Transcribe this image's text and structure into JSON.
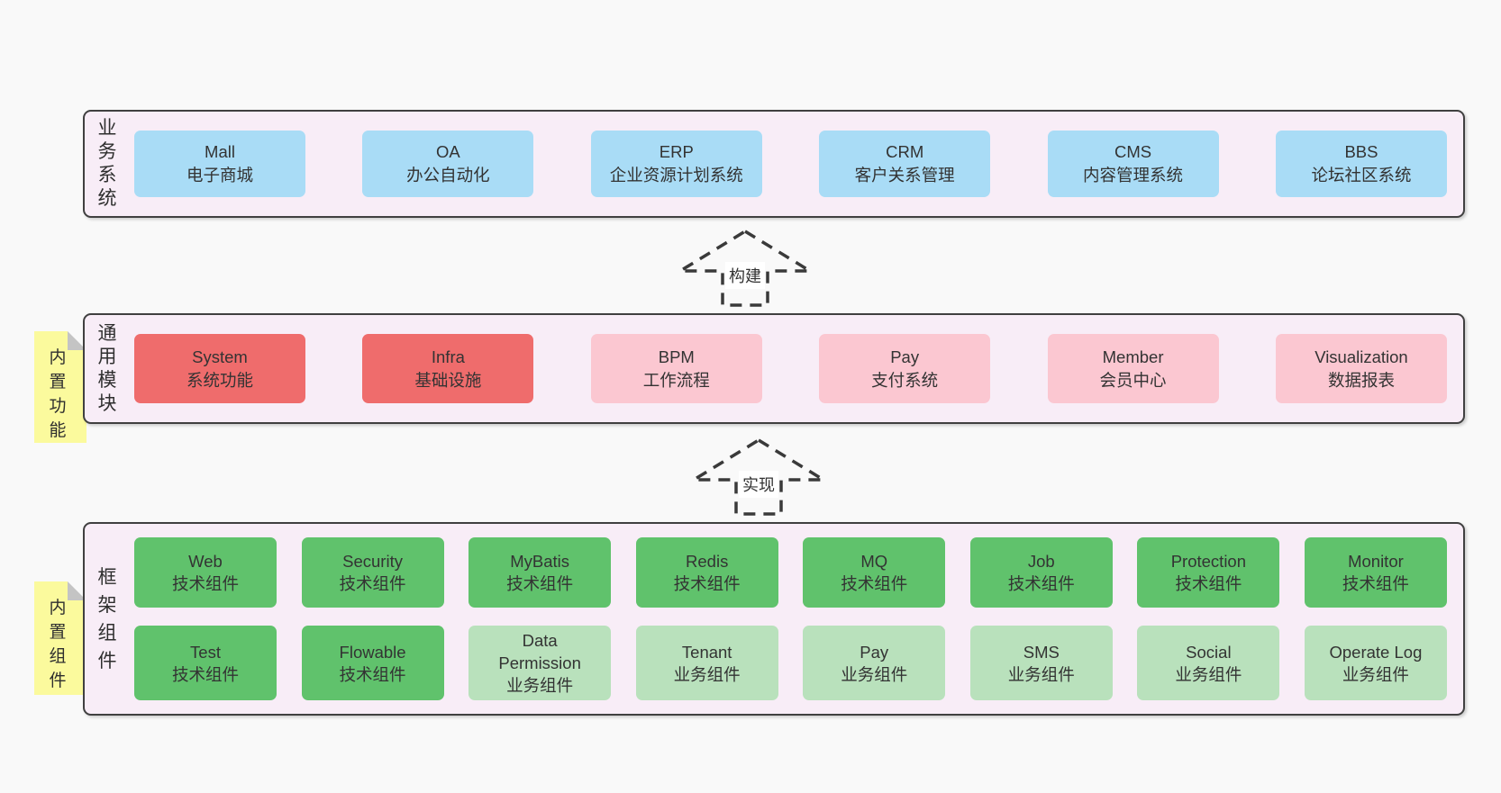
{
  "colors": {
    "page_bg": "#f9f9f9",
    "panel_bg": "#f8edf7",
    "panel_border": "#404040",
    "blue": "#a9dcf6",
    "red": "#ef6c6c",
    "pink": "#fbc7d1",
    "green_dark": "#60c26c",
    "green_light": "#b9e1bc",
    "note_yellow": "#fbfa9d",
    "text": "#333333"
  },
  "layers": {
    "business": {
      "label": "业务系统",
      "boxes": [
        {
          "name": "Mall",
          "desc": "电子商城",
          "color": "blue"
        },
        {
          "name": "OA",
          "desc": "办公自动化",
          "color": "blue"
        },
        {
          "name": "ERP",
          "desc": "企业资源计划系统",
          "color": "blue"
        },
        {
          "name": "CRM",
          "desc": "客户关系管理",
          "color": "blue"
        },
        {
          "name": "CMS",
          "desc": "内容管理系统",
          "color": "blue"
        },
        {
          "name": "BBS",
          "desc": "论坛社区系统",
          "color": "blue"
        }
      ]
    },
    "modules": {
      "label": "通用模块",
      "note": "内置功能",
      "boxes": [
        {
          "name": "System",
          "desc": "系统功能",
          "color": "red"
        },
        {
          "name": "Infra",
          "desc": "基础设施",
          "color": "red"
        },
        {
          "name": "BPM",
          "desc": "工作流程",
          "color": "pink"
        },
        {
          "name": "Pay",
          "desc": "支付系统",
          "color": "pink"
        },
        {
          "name": "Member",
          "desc": "会员中心",
          "color": "pink"
        },
        {
          "name": "Visualization",
          "desc": "数据报表",
          "color": "pink"
        }
      ]
    },
    "framework": {
      "label": "框架组件",
      "note": "内置组件",
      "row1": [
        {
          "name": "Web",
          "desc": "技术组件",
          "color": "green_dark"
        },
        {
          "name": "Security",
          "desc": "技术组件",
          "color": "green_dark"
        },
        {
          "name": "MyBatis",
          "desc": "技术组件",
          "color": "green_dark"
        },
        {
          "name": "Redis",
          "desc": "技术组件",
          "color": "green_dark"
        },
        {
          "name": "MQ",
          "desc": "技术组件",
          "color": "green_dark"
        },
        {
          "name": "Job",
          "desc": "技术组件",
          "color": "green_dark"
        },
        {
          "name": "Protection",
          "desc": "技术组件",
          "color": "green_dark"
        },
        {
          "name": "Monitor",
          "desc": "技术组件",
          "color": "green_dark"
        }
      ],
      "row2": [
        {
          "name": "Test",
          "desc": "技术组件",
          "color": "green_dark"
        },
        {
          "name": "Flowable",
          "desc": "技术组件",
          "color": "green_dark"
        },
        {
          "name": "Data Permission",
          "desc": "业务组件",
          "color": "green_light"
        },
        {
          "name": "Tenant",
          "desc": "业务组件",
          "color": "green_light"
        },
        {
          "name": "Pay",
          "desc": "业务组件",
          "color": "green_light"
        },
        {
          "name": "SMS",
          "desc": "业务组件",
          "color": "green_light"
        },
        {
          "name": "Social",
          "desc": "业务组件",
          "color": "green_light"
        },
        {
          "name": "Operate Log",
          "desc": "业务组件",
          "color": "green_light"
        }
      ]
    }
  },
  "arrows": {
    "build": {
      "label": "构建"
    },
    "implement": {
      "label": "实现"
    }
  }
}
